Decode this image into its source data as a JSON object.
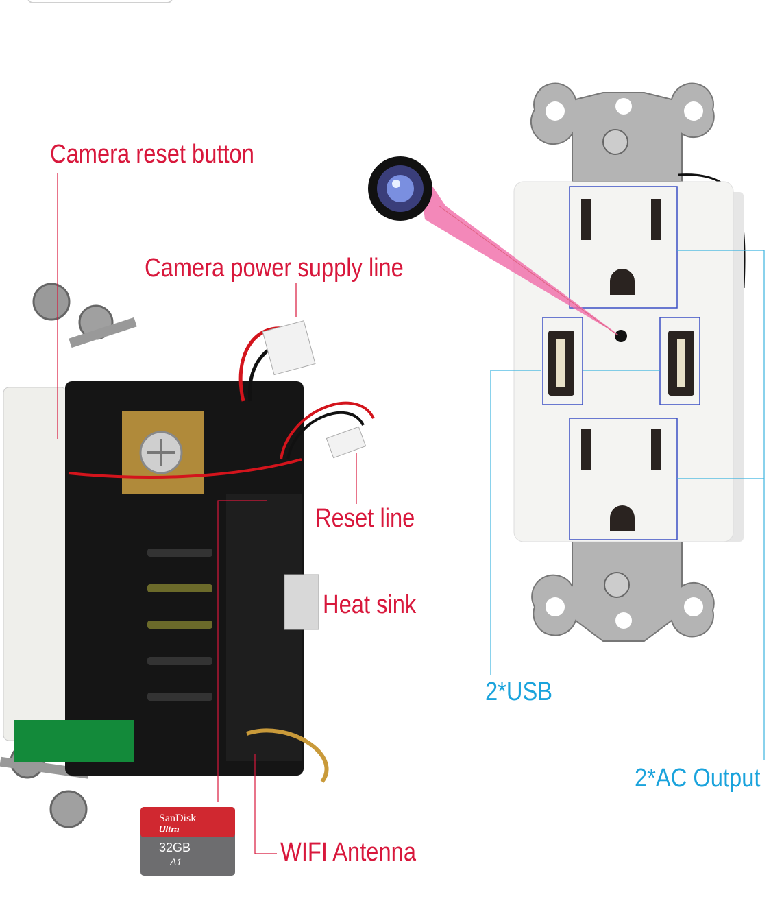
{
  "labels": {
    "camera_reset_button": "Camera reset button",
    "camera_power_supply_line": "Camera power supply line",
    "reset_line": "Reset line",
    "heat_sink": "Heat sink",
    "wifi_antenna": "WIFI Antenna",
    "usb": "2*USB",
    "ac_output": "2*AC Output"
  },
  "sd_card": {
    "brand": "SanDisk",
    "line": "Ultra",
    "capacity": "32GB",
    "class": "A1"
  },
  "colors": {
    "label_red": "#d8183c",
    "label_blue": "#1aa3dc",
    "box_outline": "#3b4fc4"
  }
}
